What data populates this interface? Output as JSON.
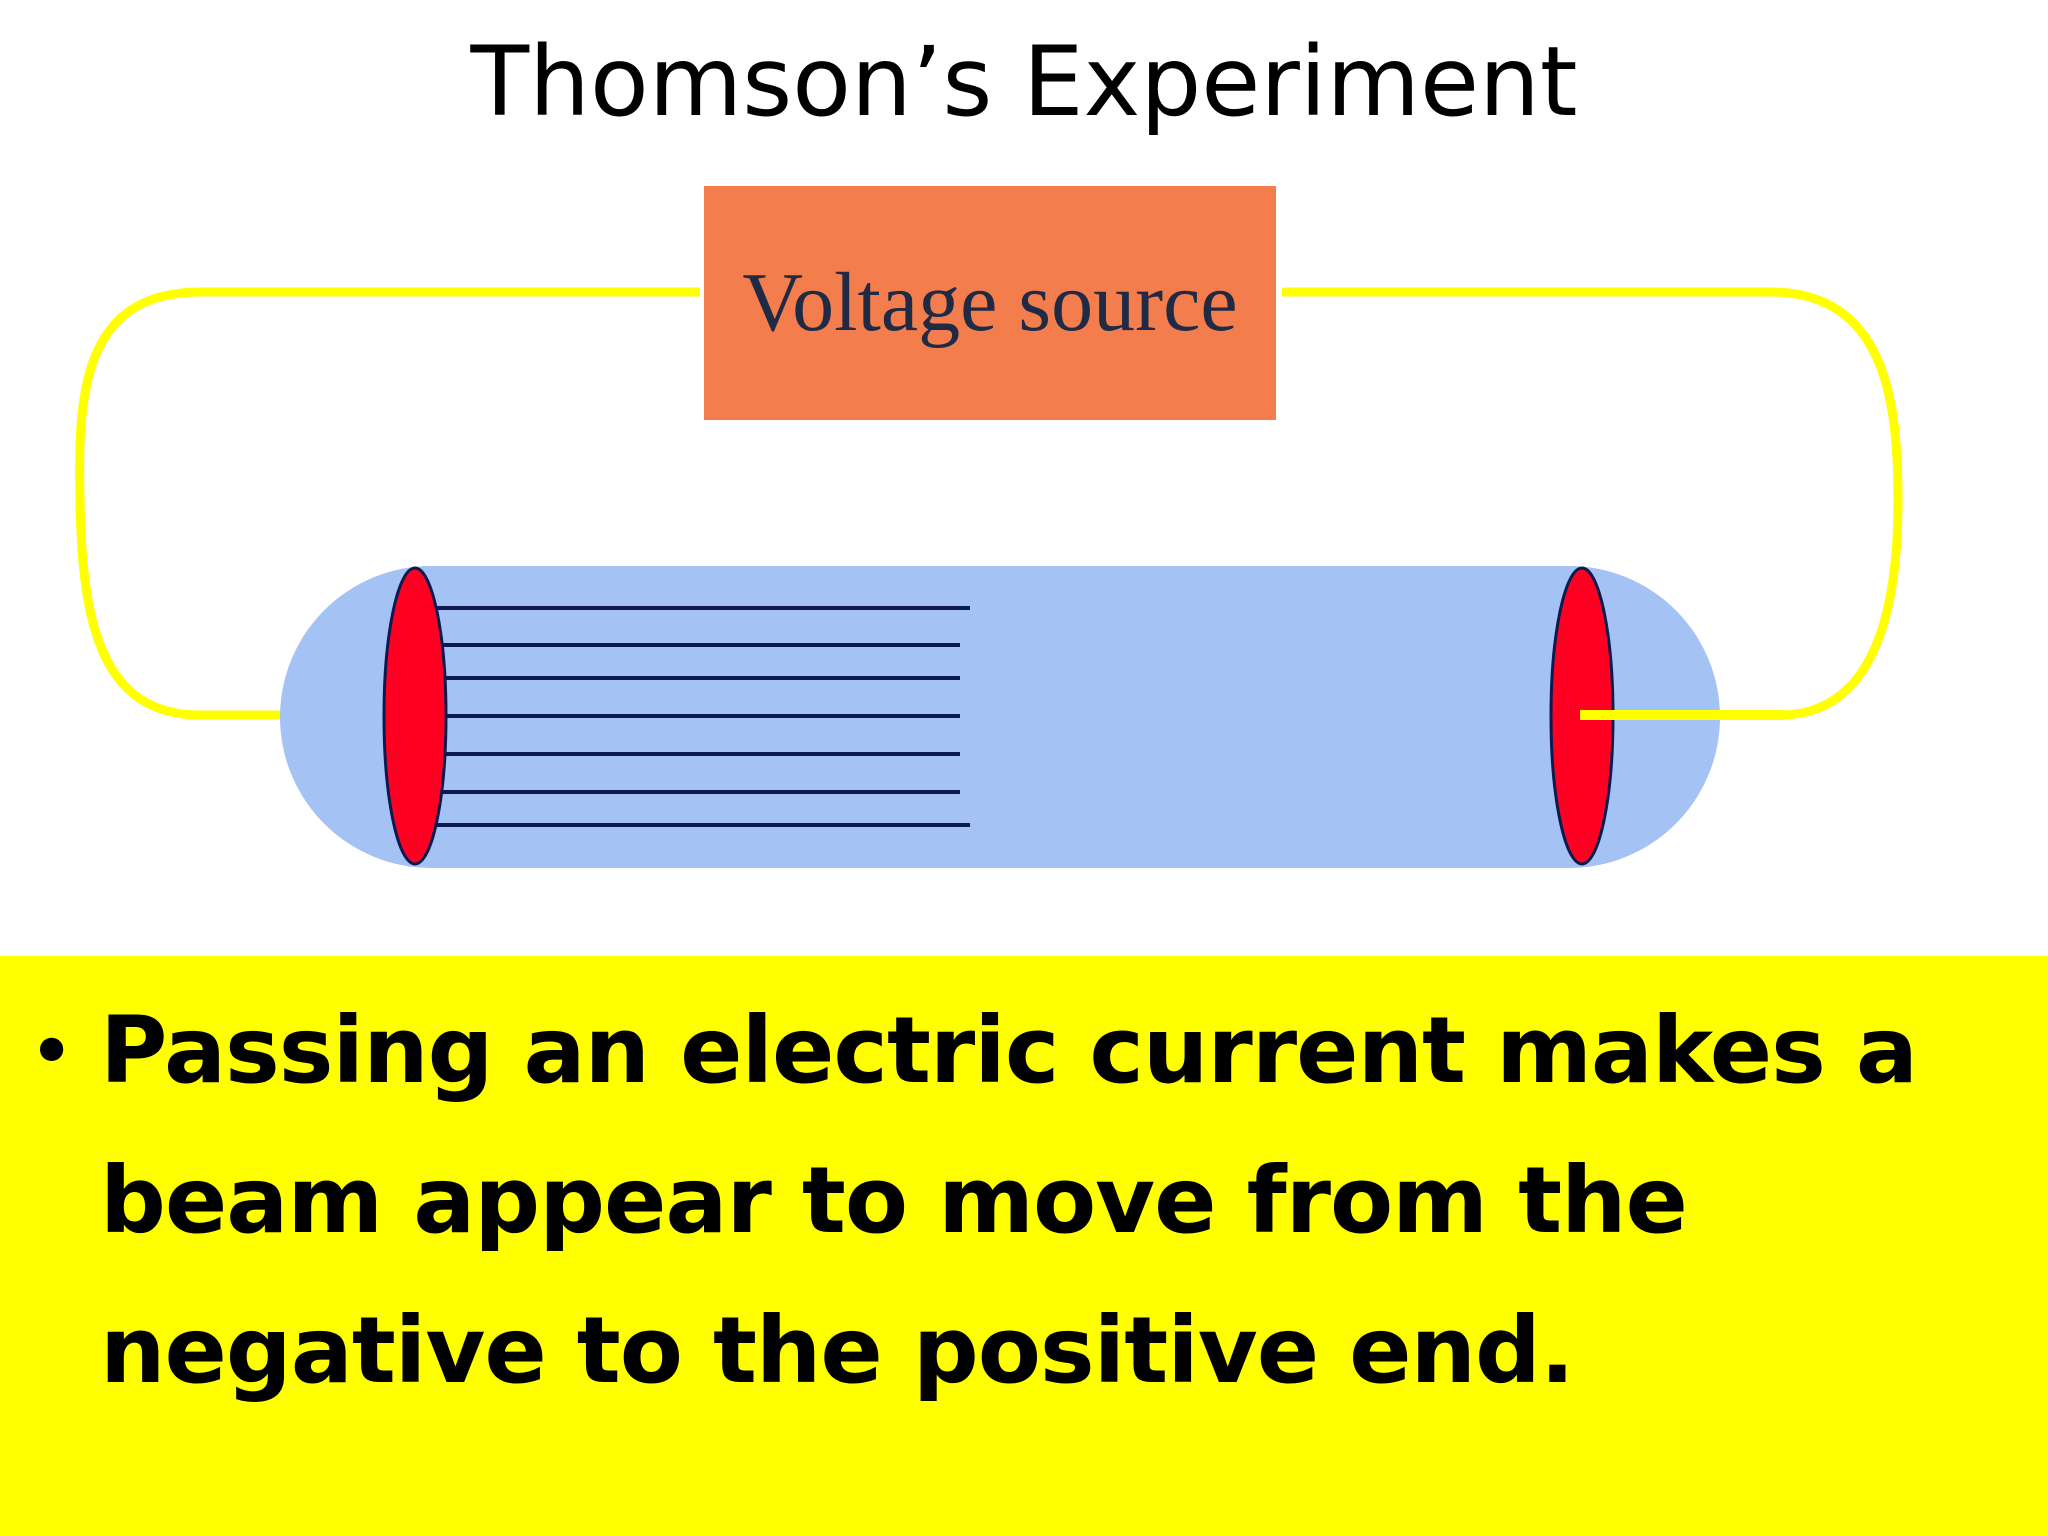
{
  "slide": {
    "title": "Thomson’s Experiment",
    "bullet": "Passing an electric current makes a beam appear to move from the negative to the positive end."
  },
  "diagram": {
    "voltage_source_label": "Voltage source",
    "beam_line_count": 7
  },
  "colors": {
    "wire": "#ffff00",
    "voltage_box": "#f47d4d",
    "tube": "#a4c2f4",
    "electrode": "#ff0022",
    "beam": "#0c1a4f",
    "panel": "#ffff00"
  }
}
